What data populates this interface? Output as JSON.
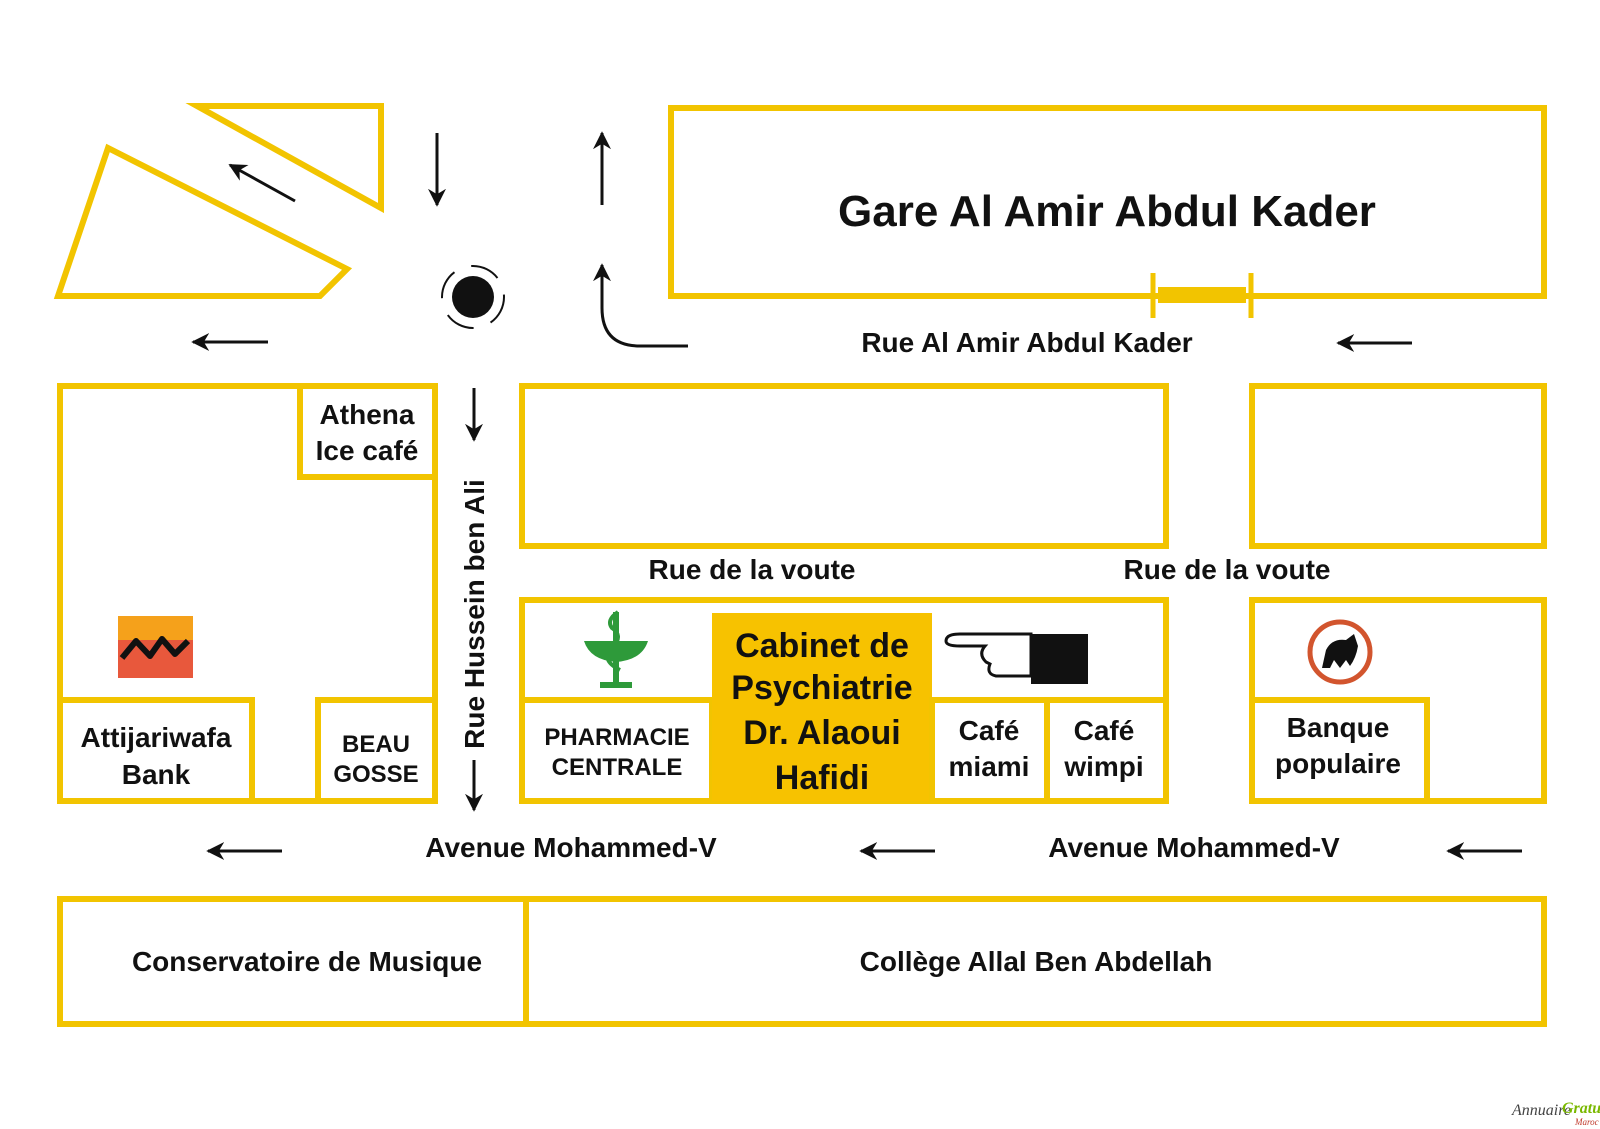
{
  "buildings": {
    "gare": "Gare Al Amir Abdul Kader",
    "athena": [
      "Athena",
      "Ice café"
    ],
    "attijariwafa": [
      "Attijariwafa",
      "Bank"
    ],
    "beau_gosse": [
      "BEAU",
      "GOSSE"
    ],
    "pharmacie": [
      "PHARMACIE",
      "CENTRALE"
    ],
    "cabinet": [
      "Cabinet de",
      "Psychiatrie",
      "Dr. Alaoui",
      "Hafidi"
    ],
    "cafe_miami": [
      "Café",
      "miami"
    ],
    "cafe_wimpi": [
      "Café",
      "wimpi"
    ],
    "banque": [
      "Banque",
      "populaire"
    ],
    "conservatoire": "Conservatoire de Musique",
    "college": "Collège Allal Ben Abdellah"
  },
  "streets": {
    "rue_amir": "Rue Al Amir Abdul Kader",
    "rue_voute_1": "Rue de la voute",
    "rue_voute_2": "Rue de la voute",
    "rue_hussein": "Rue Hussein ben Ali",
    "avenue_1": "Avenue Mohammed-V",
    "avenue_2": "Avenue Mohammed-V"
  },
  "icons": {
    "roundabout": "roundabout-icon",
    "pharmacy": "pharmacy-caduceus-icon",
    "pointing_hand": "pointing-hand-icon",
    "bank_logo": "attijariwafa-logo-icon",
    "banque_logo": "banque-populaire-horse-icon"
  },
  "colors": {
    "building_outline": "#f2c400",
    "cabinet_fill": "#f7c200",
    "pharmacy_green": "#2e9a3a"
  },
  "credit": {
    "line1": "Annuaire",
    "line2": "Gratuit",
    "line3": "Maroc"
  }
}
